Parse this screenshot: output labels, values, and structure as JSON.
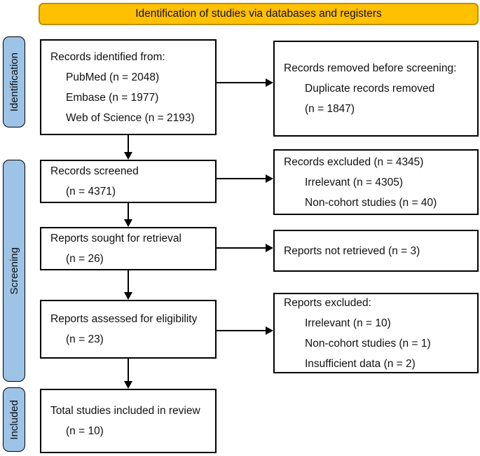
{
  "banner": {
    "label": "Identification of studies via databases and registers"
  },
  "stages": [
    {
      "label": "Identification"
    },
    {
      "label": "Screening"
    },
    {
      "label": "Included"
    }
  ],
  "boxes": {
    "records_identified": {
      "lines": [
        "Records identified from:",
        "PubMed (n = 2048)",
        "Embase (n = 1977)",
        "Web of Science (n = 2193)"
      ]
    },
    "records_removed": {
      "lines": [
        "Records removed before screening:",
        "Duplicate records removed",
        "(n = 1847)"
      ]
    },
    "records_screened": {
      "lines": [
        "Records screened",
        "(n = 4371)"
      ]
    },
    "records_excluded": {
      "lines": [
        "Records excluded (n = 4345)",
        "Irrelevant (n = 4305)",
        "Non-cohort studies (n = 40)"
      ]
    },
    "reports_sought": {
      "lines": [
        "Reports sought for retrieval",
        "(n = 26)"
      ]
    },
    "reports_not_retrieved": {
      "lines": [
        "Reports not retrieved (n = 3)"
      ]
    },
    "reports_assessed": {
      "lines": [
        "Reports assessed for eligibility",
        "(n = 23)"
      ]
    },
    "reports_excluded": {
      "lines": [
        "Reports excluded:",
        "Irrelevant (n = 10)",
        "Non-cohort studies (n = 1)",
        "Insufficient data (n = 2)"
      ]
    },
    "total_included": {
      "lines": [
        "Total studies included in review",
        "(n = 10)"
      ]
    }
  },
  "colors": {
    "banner-bg": "#FFC000",
    "banner-border": "#BF9000",
    "stage-bg": "#9DC3E6",
    "line": "#000000"
  }
}
